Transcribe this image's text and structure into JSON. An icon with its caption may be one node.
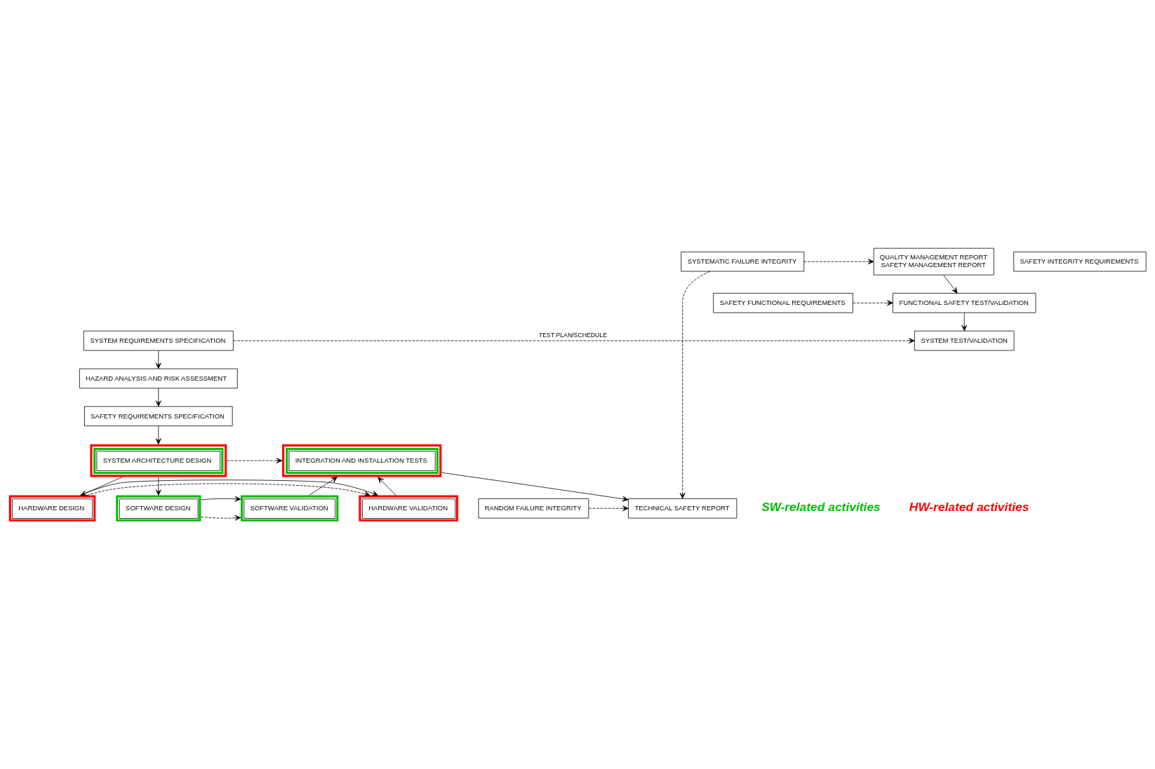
{
  "diagram": {
    "nodes": [
      {
        "text": [
          "SYSTEM REQUIREMENTS SPECIFICATION"
        ]
      },
      {
        "text": [
          "SYSTEM TEST/VALIDATION"
        ]
      },
      {
        "text": [
          "HAZARD ANALYSIS AND RISK ASSESSMENT"
        ]
      },
      {
        "text": [
          "SAFETY REQUIREMENTS SPECIFICATION"
        ]
      },
      {
        "text": [
          "SAFETY FUNCTIONAL REQUIREMENTS"
        ]
      },
      {
        "text": [
          "SAFETY INTEGRITY REQUIREMENTS"
        ]
      },
      {
        "text": [
          "SYSTEMATIC FAILURE INTEGRITY"
        ]
      },
      {
        "text": [
          "RANDOM FAILURE INTEGRITY"
        ]
      },
      {
        "text": [
          "FUNCTIONAL SAFETY TEST/VALIDATION"
        ]
      },
      {
        "text": [
          "QUALITY MANAGEMENT REPORT",
          "SAFETY MANAGEMENT REPORT"
        ]
      },
      {
        "text": [
          "TECHNICAL SAFETY REPORT"
        ]
      },
      {
        "text": [
          "SYSTEM ARCHITECTURE DESIGN"
        ]
      },
      {
        "text": [
          "INTEGRATION AND INSTALLATION TESTS"
        ]
      },
      {
        "text": [
          "HARDWARE DESIGN"
        ]
      },
      {
        "text": [
          "HARDWARE VALIDATION"
        ]
      },
      {
        "text": [
          "SOFTWARE DESIGN"
        ]
      },
      {
        "text": [
          "SOFTWARE VALIDATION"
        ]
      }
    ],
    "edges": [
      {
        "from": 0,
        "to": 1,
        "arrow": "to",
        "style": "dashed",
        "label": "TEST PLAN/SCHEDULE"
      },
      {
        "from": 0,
        "to": 2,
        "arrow": "to"
      },
      {
        "from": 2,
        "to": 3,
        "arrow": "to"
      },
      {
        "from": 3,
        "to": 11,
        "arrow": "to"
      },
      {
        "from": 4,
        "to": 8,
        "arrow": "to",
        "style": "dashed"
      },
      {
        "from": 6,
        "to": 9,
        "arrow": "to",
        "style": "dashed"
      },
      {
        "from": 6,
        "to": 10,
        "arrow": "to",
        "style": "dashed"
      },
      {
        "from": 7,
        "to": 10,
        "arrow": "to",
        "style": "dashed"
      },
      {
        "from": 9,
        "to": 8,
        "arrow": "to"
      },
      {
        "from": 8,
        "to": 1,
        "arrow": "to"
      },
      {
        "from": 12,
        "to": 10,
        "arrow": "to"
      },
      {
        "from": 11,
        "to": 12,
        "arrow": "to",
        "style": "dashed"
      },
      {
        "from": 11,
        "to": 13,
        "arrow": "to"
      },
      {
        "from": 11,
        "to": 15,
        "arrow": "to"
      },
      {
        "from": 13,
        "to": 14,
        "arrow": "to",
        "style": "dashed"
      },
      {
        "from": 13,
        "to": 14,
        "arrow": "to"
      },
      {
        "from": 14,
        "to": 12,
        "arrow": "to"
      },
      {
        "from": 15,
        "to": 16,
        "arrow": "to",
        "style": "dashed"
      },
      {
        "from": 15,
        "to": 16,
        "arrow": "to"
      },
      {
        "from": 16,
        "to": 12,
        "arrow": "to"
      }
    ],
    "legend": [
      {
        "text": "SW-related activities",
        "color": "#00c000"
      },
      {
        "text": "HW-related activities",
        "color": "#ff0000"
      }
    ]
  }
}
